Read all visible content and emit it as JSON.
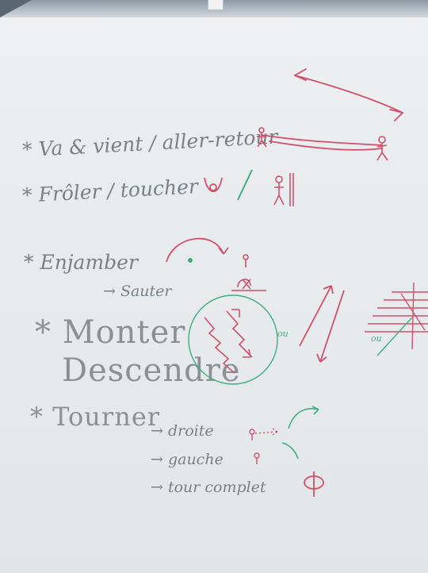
{
  "board": {
    "line1": "* Va & vient / aller-retour",
    "line2": "* Frôler / toucher",
    "line3": "* Enjamber",
    "line3b": "→ Sauter",
    "line4a": "* Monter",
    "line4b": "Descendre",
    "ou1": "ou",
    "ou2": "ou",
    "line5": "* Tourner",
    "line5a": "→ droite",
    "line5b": "→ gauche",
    "line5c": "→ tour complet"
  },
  "colors": {
    "ink_gray": "#7a8084",
    "ink_red": "#d0506a",
    "ink_green": "#3fae7c"
  }
}
